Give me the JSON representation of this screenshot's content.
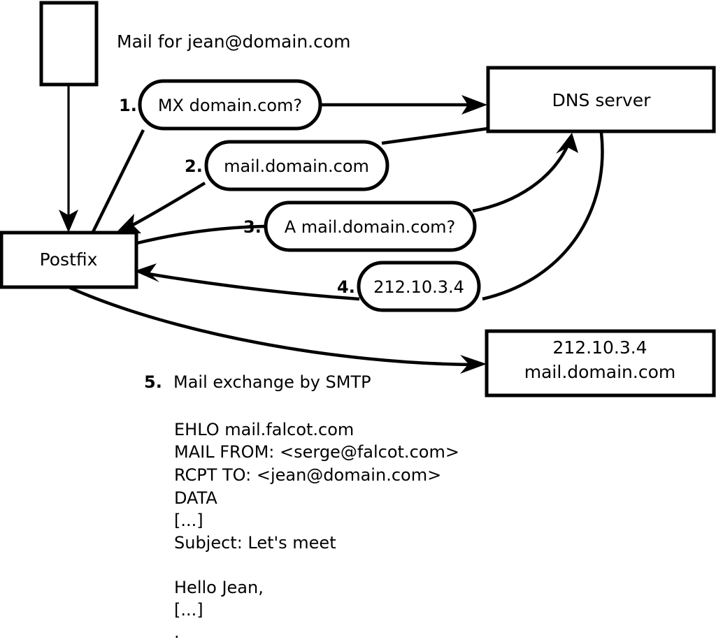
{
  "diagram": {
    "title": "Mail for jean@domain.com",
    "nodes": {
      "source_box": "",
      "postfix": "Postfix",
      "dns_server": "DNS server",
      "target_line1": "212.10.3.4",
      "target_line2": "mail.domain.com"
    },
    "steps": [
      {
        "number": "1.",
        "label": "MX domain.com?"
      },
      {
        "number": "2.",
        "label": "mail.domain.com"
      },
      {
        "number": "3.",
        "label": "A mail.domain.com?"
      },
      {
        "number": "4.",
        "label": "212.10.3.4"
      }
    ],
    "step5": {
      "number": "5.",
      "label": "Mail exchange by SMTP"
    },
    "transcript": [
      "EHLO mail.falcot.com",
      "MAIL FROM: <serge@falcot.com>",
      "RCPT TO: <jean@domain.com>",
      "DATA",
      "[...]",
      "Subject: Let's meet",
      "",
      "Hello Jean,",
      "[...]",
      "."
    ],
    "colors": {
      "stroke": "#000000",
      "fill": "#ffffff",
      "text": "#000000"
    }
  }
}
